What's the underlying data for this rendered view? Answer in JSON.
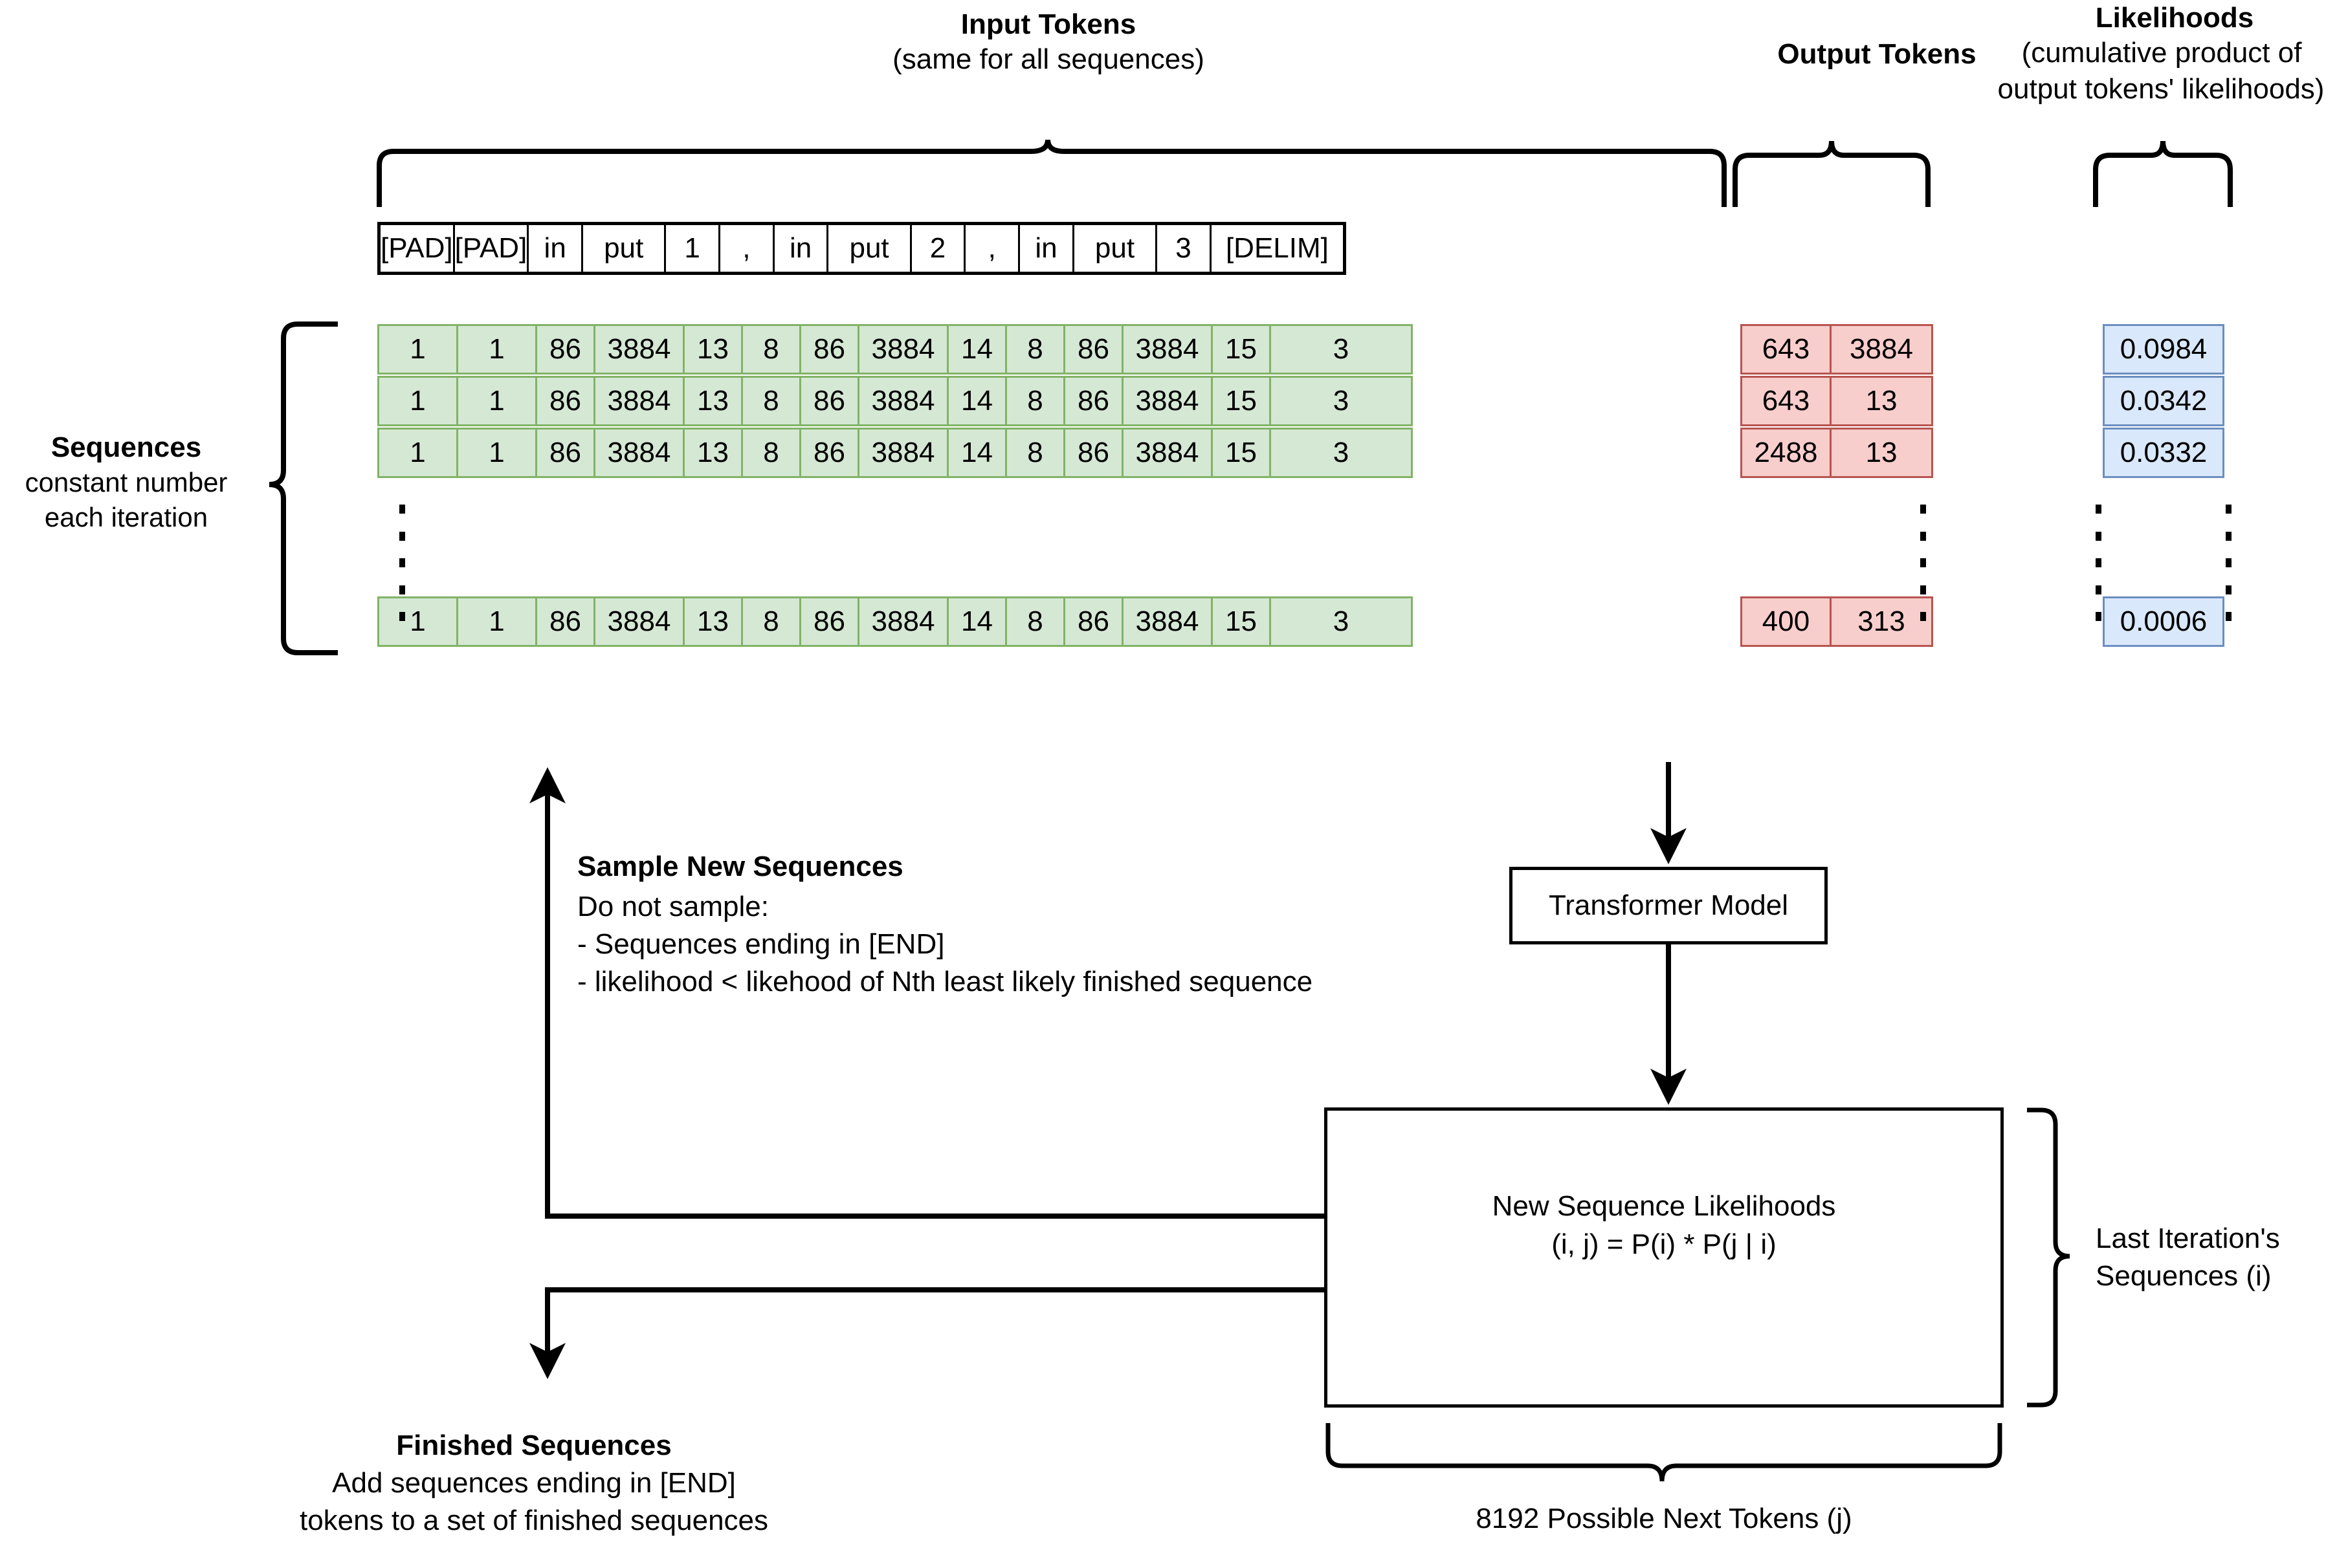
{
  "headers": {
    "input_tokens_title": "Input Tokens",
    "input_tokens_sub": "(same for all sequences)",
    "output_tokens_title": "Output Tokens",
    "likelihoods_title": "Likelihoods",
    "likelihoods_sub_1": "(cumulative product of",
    "likelihoods_sub_2": "output tokens' likelihoods)"
  },
  "sequences_label": {
    "title": "Sequences",
    "line1": "constant number",
    "line2": "each iteration"
  },
  "input_tokens": [
    "[PAD]",
    "[PAD]",
    "in",
    "put",
    "1",
    ",",
    "in",
    "put",
    "2",
    ",",
    "in",
    "put",
    "3",
    "[DELIM]"
  ],
  "sequence_rows": [
    {
      "input": [
        "1",
        "1",
        "86",
        "3884",
        "13",
        "8",
        "86",
        "3884",
        "14",
        "8",
        "86",
        "3884",
        "15",
        "3"
      ],
      "output": [
        "643",
        "3884"
      ],
      "likelihood": "0.0984"
    },
    {
      "input": [
        "1",
        "1",
        "86",
        "3884",
        "13",
        "8",
        "86",
        "3884",
        "14",
        "8",
        "86",
        "3884",
        "15",
        "3"
      ],
      "output": [
        "643",
        "13"
      ],
      "likelihood": "0.0342"
    },
    {
      "input": [
        "1",
        "1",
        "86",
        "3884",
        "13",
        "8",
        "86",
        "3884",
        "14",
        "8",
        "86",
        "3884",
        "15",
        "3"
      ],
      "output": [
        "2488",
        "13"
      ],
      "likelihood": "0.0332"
    },
    {
      "input": [
        "1",
        "1",
        "86",
        "3884",
        "13",
        "8",
        "86",
        "3884",
        "14",
        "8",
        "86",
        "3884",
        "15",
        "3"
      ],
      "output": [
        "400",
        "313"
      ],
      "likelihood": "0.0006"
    }
  ],
  "sample_block": {
    "title": "Sample New Sequences",
    "line1": "Do not sample:",
    "line2": "- Sequences ending in [END]",
    "line3": "- likelihood < likehood of Nth least likely finished sequence"
  },
  "transformer_box": {
    "label": "Transformer Model"
  },
  "likelihood_box": {
    "line1": "New Sequence Likelihoods",
    "line2": "(i, j) = P(i) * P(j | i)"
  },
  "last_iteration_label": {
    "line1": "Last Iteration's",
    "line2": "Sequences (i)"
  },
  "finished_block": {
    "title": "Finished Sequences",
    "line1": "Add sequences ending in [END]",
    "line2": "tokens to a set of finished sequences"
  },
  "bottom_label": {
    "text": "8192 Possible Next Tokens (j)"
  },
  "colors": {
    "green_fill": "#d5e8d4",
    "green_stroke": "#82b366",
    "red_fill": "#f8cecc",
    "red_stroke": "#b85450",
    "blue_fill": "#dae8fc",
    "blue_stroke": "#6c8ebf",
    "line": "#000000"
  }
}
